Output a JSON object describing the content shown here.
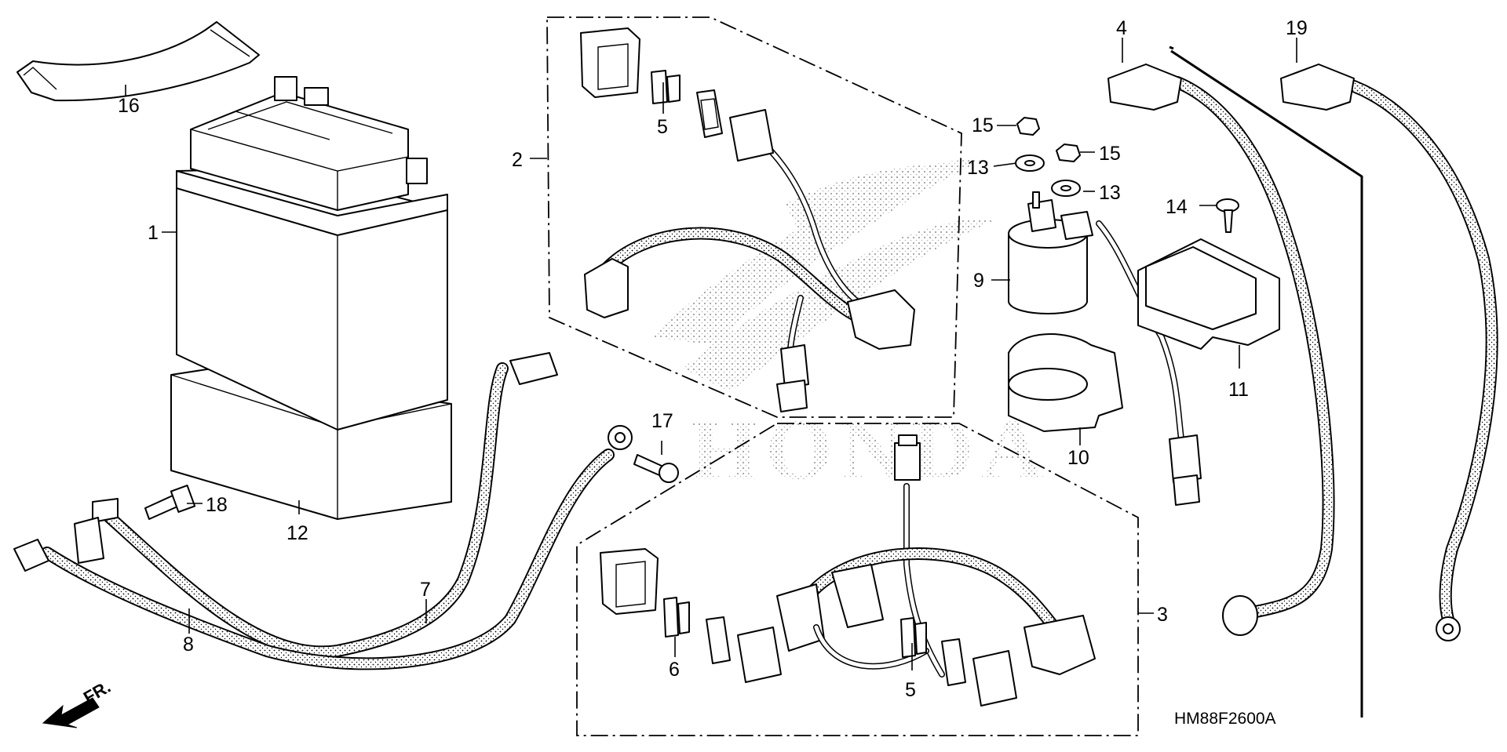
{
  "diagram_code": "HM88F2600A",
  "direction_arrow": "FR.",
  "watermark": "HONDA",
  "callouts": {
    "c1": "1",
    "c2": "2",
    "c3": "3",
    "c4": "4",
    "c5a": "5",
    "c5b": "5",
    "c6": "6",
    "c7": "7",
    "c8": "8",
    "c9": "9",
    "c10": "10",
    "c11": "11",
    "c12": "12",
    "c13a": "13",
    "c13b": "13",
    "c14": "14",
    "c15a": "15",
    "c15b": "15",
    "c16": "16",
    "c17": "17",
    "c18": "18",
    "c19": "19"
  },
  "icons": {
    "front_arrow": "arrow-down-left-icon"
  }
}
